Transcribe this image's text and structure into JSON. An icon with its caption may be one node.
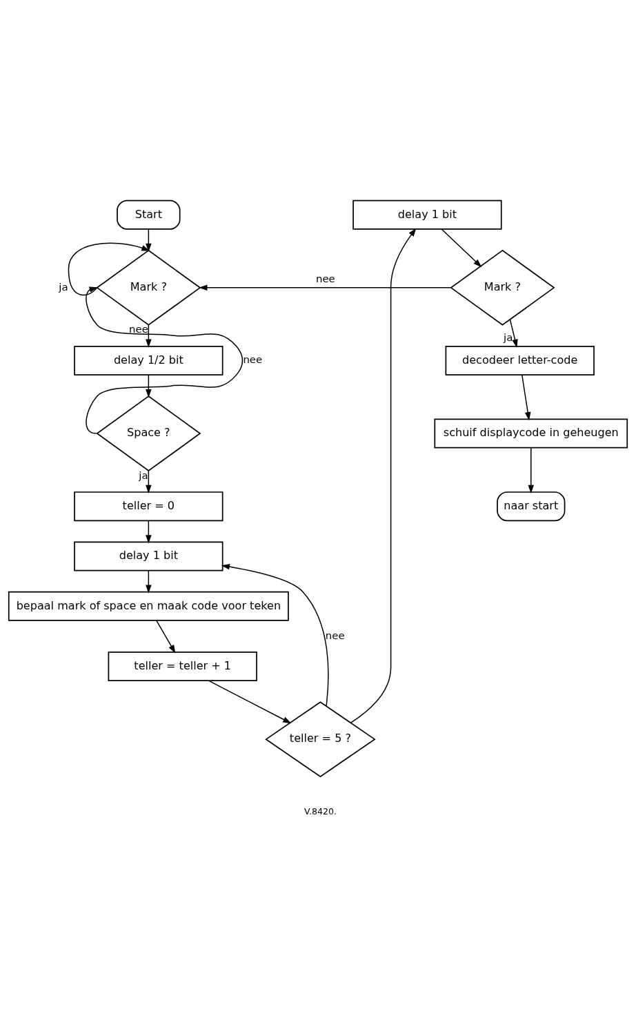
{
  "diagram": {
    "nodes": [
      {
        "text": [
          "Start"
        ]
      },
      {
        "text": [
          "Mark ?"
        ]
      },
      {
        "text": [
          "delay 1/2 bit"
        ]
      },
      {
        "text": [
          "Space ?"
        ]
      },
      {
        "text": [
          "teller = 0"
        ]
      },
      {
        "text": [
          "delay 1 bit"
        ]
      },
      {
        "text": [
          "bepaal mark of space en maak code voor teken"
        ]
      },
      {
        "text": [
          "teller = teller + 1"
        ]
      },
      {
        "text": [
          "teller = 5 ?"
        ]
      },
      {
        "text": [
          "delay 1 bit"
        ]
      },
      {
        "text": [
          "Mark ?"
        ]
      },
      {
        "text": [
          "decodeer letter-code"
        ]
      },
      {
        "text": [
          "schuif displaycode in geheugen"
        ]
      },
      {
        "text": [
          "naar start"
        ]
      }
    ],
    "edges": [
      {
        "from": 0,
        "to": 1,
        "arrow": "to"
      },
      {
        "from": 1,
        "to": 1,
        "arrow": "to",
        "label": "ja"
      },
      {
        "from": 1,
        "to": 2,
        "arrow": "to",
        "label": "nee"
      },
      {
        "from": 2,
        "to": 3,
        "arrow": "to"
      },
      {
        "from": 3,
        "to": 1,
        "arrow": "to",
        "label": "nee"
      },
      {
        "from": 3,
        "to": 4,
        "arrow": "to",
        "label": "ja"
      },
      {
        "from": 4,
        "to": 5,
        "arrow": "to"
      },
      {
        "from": 5,
        "to": 6,
        "arrow": "to"
      },
      {
        "from": 6,
        "to": 7,
        "arrow": "to"
      },
      {
        "from": 7,
        "to": 8,
        "arrow": "to"
      },
      {
        "from": 8,
        "to": 5,
        "arrow": "to",
        "label": "nee"
      },
      {
        "from": 8,
        "to": 9,
        "arrow": "to"
      },
      {
        "from": 9,
        "to": 10,
        "arrow": "to"
      },
      {
        "from": 10,
        "to": 1,
        "arrow": "to",
        "label": "nee"
      },
      {
        "from": 10,
        "to": 11,
        "arrow": "to",
        "label": "ja"
      },
      {
        "from": 11,
        "to": 12,
        "arrow": "to"
      },
      {
        "from": 12,
        "to": 13,
        "arrow": "to"
      }
    ],
    "labels": [
      "V.8420."
    ]
  }
}
